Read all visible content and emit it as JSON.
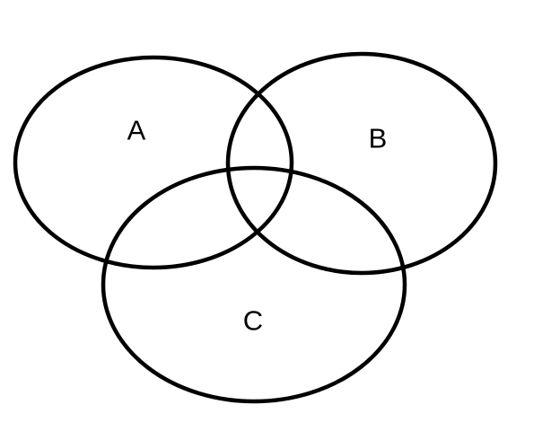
{
  "diagram": {
    "type": "venn",
    "line_color": "#000000",
    "background": "#ffffff",
    "sets": [
      {
        "id": "A",
        "label": "A"
      },
      {
        "id": "B",
        "label": "B"
      },
      {
        "id": "C",
        "label": "C"
      }
    ]
  }
}
